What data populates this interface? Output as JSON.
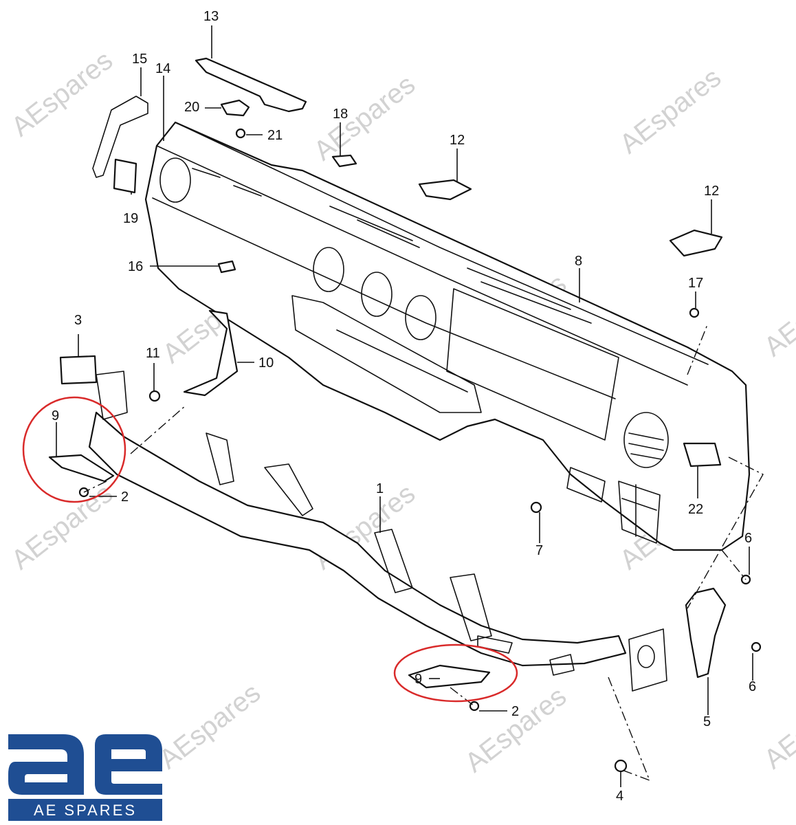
{
  "watermark": "AEspares",
  "logo": {
    "mark": "ae",
    "text": "AE SPARES",
    "color": "#1f4e93"
  },
  "highlight_color": "#d92a2a",
  "callouts": [
    "13",
    "15",
    "14",
    "20",
    "21",
    "18",
    "12",
    "12",
    "19",
    "16",
    "8",
    "17",
    "3",
    "11",
    "10",
    "9",
    "2",
    "1",
    "22",
    "7",
    "6",
    "6",
    "9",
    "2",
    "5",
    "4"
  ]
}
